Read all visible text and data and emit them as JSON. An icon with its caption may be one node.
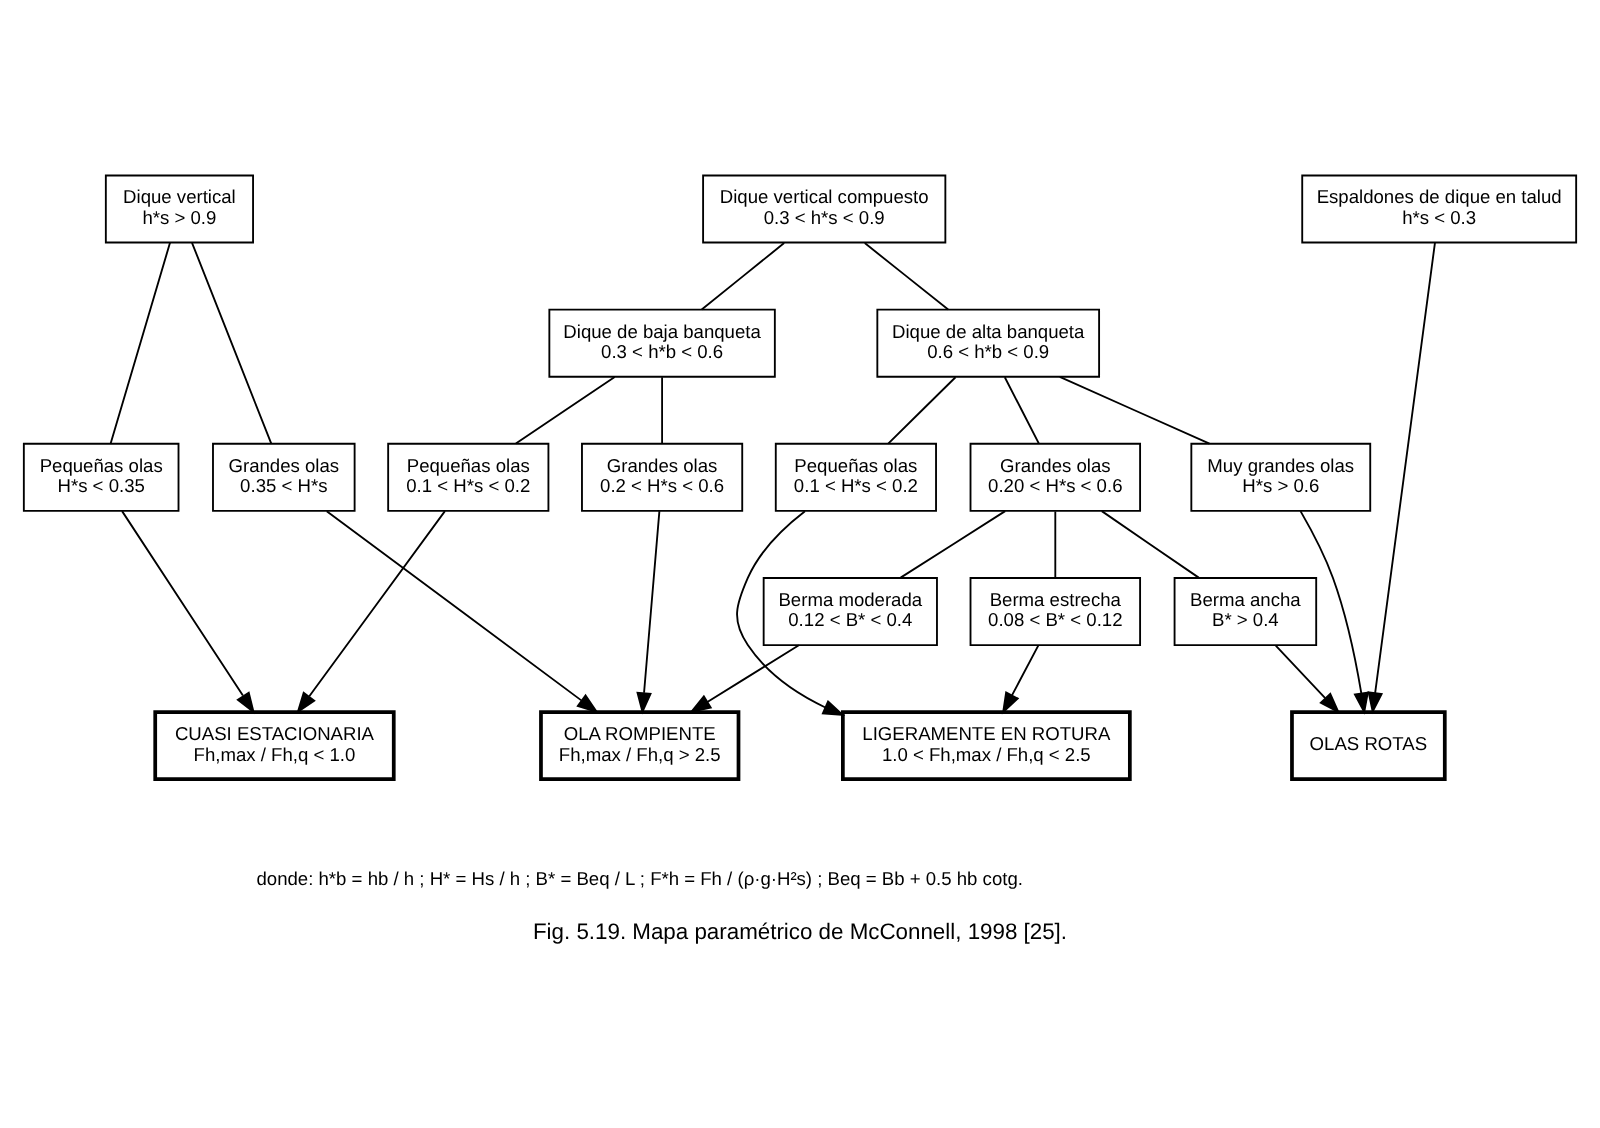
{
  "diagram": {
    "caption": "Fig. 5.19. Mapa paramétrico de McConnell, 1998 [25].",
    "nodes": [
      {
        "text": [
          "Dique vertical",
          "h*s > 0.9"
        ]
      },
      {
        "text": [
          "Dique vertical compuesto",
          "0.3 < h*s < 0.9"
        ]
      },
      {
        "text": [
          "Dique de baja banqueta",
          "0.3 < h*b < 0.6"
        ]
      },
      {
        "text": [
          "Dique de alta banqueta",
          "0.6 < h*b < 0.9"
        ]
      },
      {
        "text": [
          "Espaldones de dique en talud",
          "h*s < 0.3"
        ]
      },
      {
        "text": [
          "Pequeñas olas",
          "H*s < 0.35"
        ]
      },
      {
        "text": [
          "Grandes olas",
          "0.35 < H*s"
        ]
      },
      {
        "text": [
          "Pequeñas olas",
          "0.1 < H*s < 0.2"
        ]
      },
      {
        "text": [
          "Grandes olas",
          "0.2 < H*s < 0.6"
        ]
      },
      {
        "text": [
          "Pequeñas olas",
          "0.1 < H*s < 0.2"
        ]
      },
      {
        "text": [
          "Grandes olas",
          "0.20 < H*s < 0.6"
        ]
      },
      {
        "text": [
          "Muy grandes olas",
          "H*s > 0.6"
        ]
      },
      {
        "text": [
          "Berma estrecha",
          "0.08 < B* < 0.12"
        ]
      },
      {
        "text": [
          "Berma moderada",
          "0.12 < B* < 0.4"
        ]
      },
      {
        "text": [
          "Berma ancha",
          "B* > 0.4"
        ]
      },
      {
        "text": [
          "CUASI ESTACIONARIA",
          "Fh,max / Fh,q < 1.0"
        ]
      },
      {
        "text": [
          "LIGERAMENTE EN ROTURA",
          "1.0 < Fh,max / Fh,q < 2.5"
        ]
      },
      {
        "text": [
          "OLA ROMPIENTE",
          "Fh,max / Fh,q > 2.5"
        ]
      },
      {
        "text": [
          "OLAS ROTAS"
        ]
      }
    ],
    "edges": [
      {
        "from": 0,
        "to": 5,
        "arrow": "none"
      },
      {
        "from": 0,
        "to": 6,
        "arrow": "none"
      },
      {
        "from": 1,
        "to": 2,
        "arrow": "none"
      },
      {
        "from": 1,
        "to": 3,
        "arrow": "none"
      },
      {
        "from": 2,
        "to": 7,
        "arrow": "none"
      },
      {
        "from": 2,
        "to": 8,
        "arrow": "none"
      },
      {
        "from": 3,
        "to": 9,
        "arrow": "none"
      },
      {
        "from": 3,
        "to": 10,
        "arrow": "none"
      },
      {
        "from": 3,
        "to": 11,
        "arrow": "none"
      },
      {
        "from": 10,
        "to": 12,
        "arrow": "none"
      },
      {
        "from": 10,
        "to": 13,
        "arrow": "none"
      },
      {
        "from": 10,
        "to": 14,
        "arrow": "none"
      },
      {
        "from": 5,
        "to": 15,
        "arrow": "to"
      },
      {
        "from": 7,
        "to": 15,
        "arrow": "to"
      },
      {
        "from": 9,
        "to": 16,
        "arrow": "to"
      },
      {
        "from": 12,
        "to": 16,
        "arrow": "to"
      },
      {
        "from": 6,
        "to": 17,
        "arrow": "to"
      },
      {
        "from": 8,
        "to": 17,
        "arrow": "to"
      },
      {
        "from": 13,
        "to": 17,
        "arrow": "to"
      },
      {
        "from": 14,
        "to": 18,
        "arrow": "to"
      },
      {
        "from": 11,
        "to": 18,
        "arrow": "to"
      },
      {
        "from": 4,
        "to": 18,
        "arrow": "to"
      }
    ],
    "labels": [
      "donde: h*b = hb / h ; H* = Hs / h ; B* = Beq / L ; F*h = Fh / (ρ·g·H²s) ; Beq = Bb + 0.5 hb cotg."
    ]
  }
}
